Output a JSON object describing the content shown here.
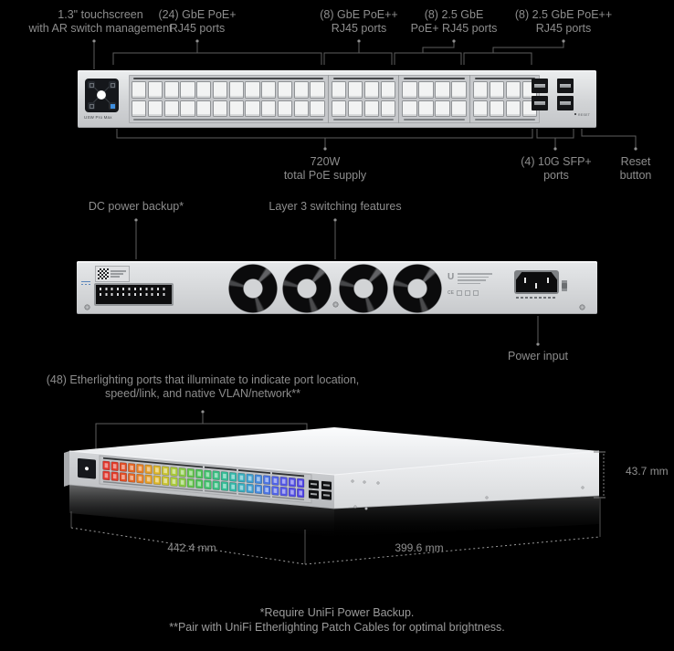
{
  "annotations": {
    "touchscreen": "1.3\" touchscreen\nwith AR switch management",
    "ports_24_gbe_poe": "(24) GbE PoE+\nRJ45 ports",
    "ports_8_gbe_poepp": "(8) GbE PoE++\nRJ45 ports",
    "ports_8_25gbe_poe": "(8) 2.5 GbE\nPoE+ RJ45 ports",
    "ports_8_25gbe_poepp": "(8) 2.5 GbE PoE++\nRJ45 ports",
    "poe_supply": "720W\ntotal PoE supply",
    "sfp_ports": "(4) 10G SFP+\nports",
    "reset_button": "Reset\nbutton",
    "dc_backup": "DC power backup*",
    "layer3": "Layer 3 switching features",
    "power_input": "Power input",
    "etherlighting": "(48) Etherlighting ports that illuminate to indicate port location,\nspeed/link, and native VLAN/network**"
  },
  "dimensions": {
    "height": "43.7 mm",
    "width": "442.4 mm",
    "depth": "399.6 mm"
  },
  "footnotes": {
    "line1": "*Require UniFi Power Backup.",
    "line2": "**Pair with UniFi Etherlighting Patch Cables for optimal brightness."
  },
  "device": {
    "model_label": "USW Pro Max",
    "reset_label": "RESET",
    "port_columns": [
      12,
      4,
      4,
      4
    ],
    "colors": {
      "accent_blue": "#3f8fe0",
      "body_gray": "#d6d8da",
      "screen_dark": "#16181c"
    },
    "etherlighting_palette": [
      "#e0362c",
      "#e03b28",
      "#e14d26",
      "#e26425",
      "#e47d24",
      "#e39b26",
      "#ddb62a",
      "#c9c332",
      "#a8c83a",
      "#86c844",
      "#63c44d",
      "#4cc258",
      "#3fc06b",
      "#39be81",
      "#35bc96",
      "#34b7a9",
      "#37adbd",
      "#3d9ecf",
      "#4489dc",
      "#4b74e2",
      "#5063e5",
      "#5356e6",
      "#524ce5",
      "#4f44e3"
    ]
  }
}
